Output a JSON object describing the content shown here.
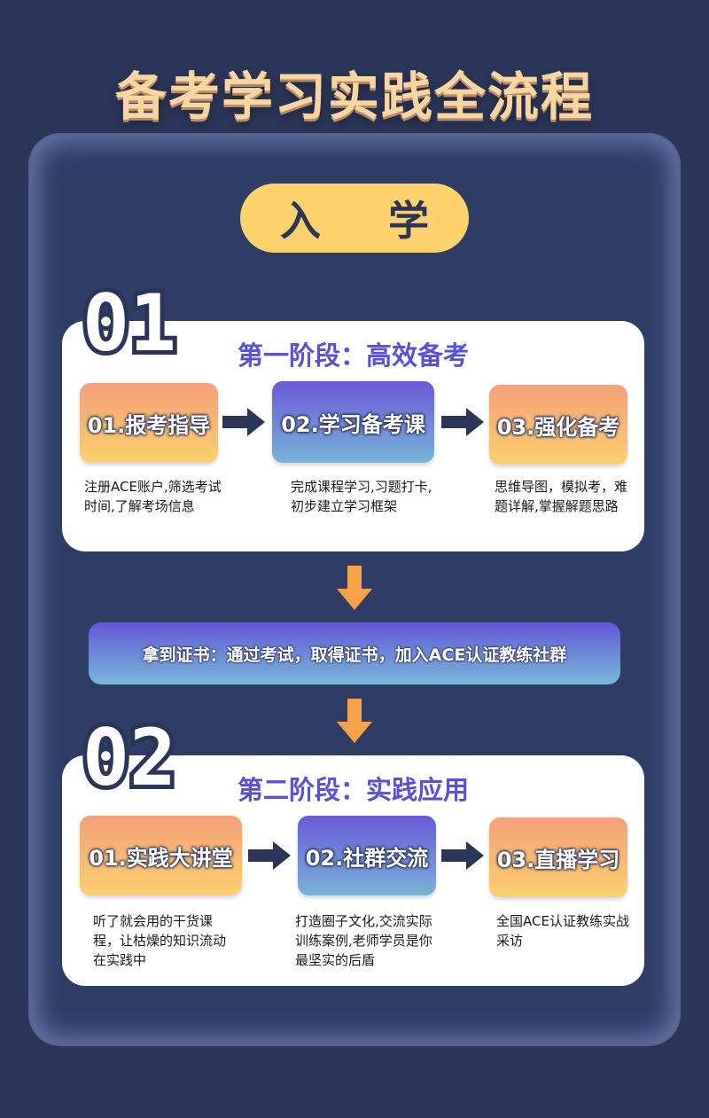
{
  "title": "备考学习实践全流程",
  "enrollment_label": "入 学",
  "stage1": {
    "number": "01",
    "title": "第一阶段：高效备考",
    "steps": [
      {
        "label": "01.报考指导",
        "desc": "注册ACE账户,筛选考试时间,了解考场信息"
      },
      {
        "label": "02.学习备考课",
        "desc": "完成课程学习,习题打卡,初步建立学习框架"
      },
      {
        "label": "03.强化备考",
        "desc": "思维导图，模拟考，难题详解,掌握解题思路"
      }
    ]
  },
  "banner": "拿到证书：通过考试，取得证书，加入ACE认证教练社群",
  "stage2": {
    "number": "02",
    "title": "第二阶段：实践应用",
    "steps": [
      {
        "label": "01.实践大讲堂",
        "desc": "听了就会用的干货课程，让枯燥的知识流动在实践中"
      },
      {
        "label": "02.社群交流",
        "desc": "打造圈子文化,交流实际训练案例,老师学员是你最坚实的后盾"
      },
      {
        "label": "03.直播学习",
        "desc": "全国ACE认证教练实战采访"
      }
    ]
  },
  "colors": {
    "background": "#2b3557",
    "accent_yellow": "#ffd26e",
    "stage_title": "#5a52d6",
    "arrow_orange": "#f6a24a"
  }
}
